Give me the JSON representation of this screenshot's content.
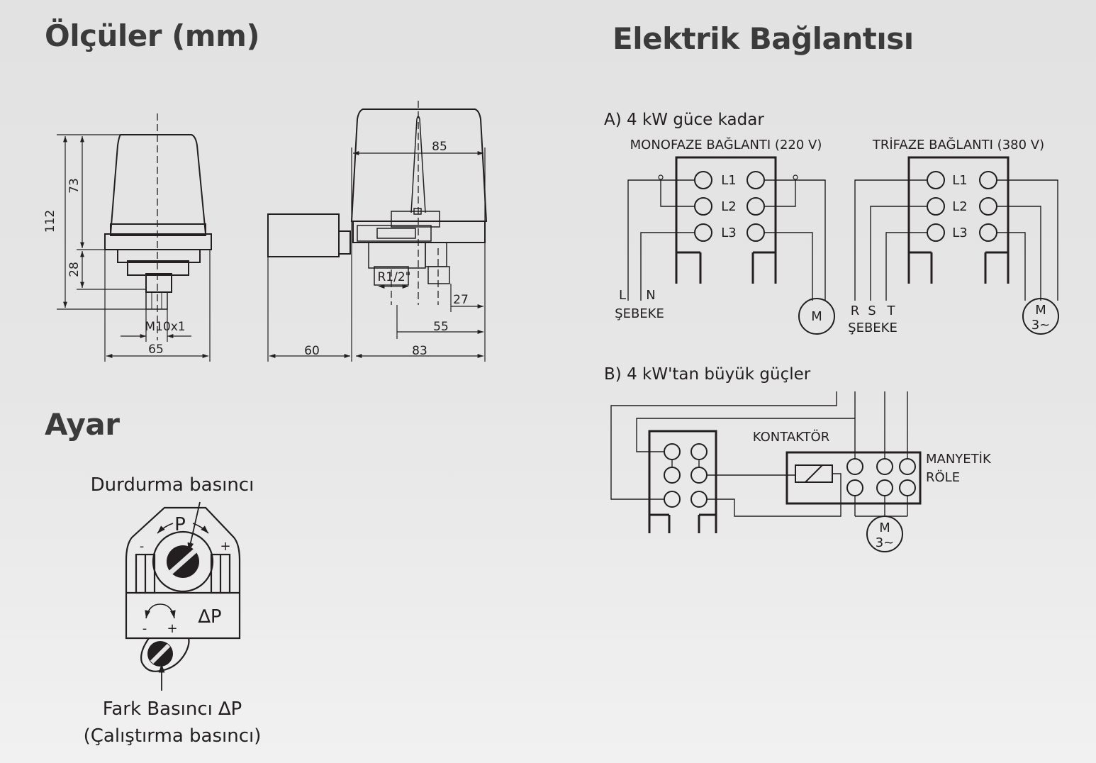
{
  "headings": {
    "dimensions": "Ölçüler (mm)",
    "electrical": "Elektrik Bağlantısı",
    "adjustment": "Ayar"
  },
  "dimensions": {
    "d112": "112",
    "d73": "73",
    "d28": "28",
    "d65": "65",
    "thread": "M10x1",
    "d85": "85",
    "pipe": "R1/2\"",
    "d27": "27",
    "d55": "55",
    "d60": "60",
    "d83": "83"
  },
  "electrical": {
    "section_a": "A) 4 kW güce kadar",
    "mono_title": "MONOFAZE BAĞLANTI (220 V)",
    "tri_title": "TRİFAZE BAĞLANTI (380 V)",
    "terminals": [
      "L1",
      "L2",
      "L3"
    ],
    "mono_L": "L",
    "mono_N": "N",
    "mains": "ŞEBEKE",
    "motor_mono": "M",
    "tri_R": "R",
    "tri_S": "S",
    "tri_T": "T",
    "motor_m": "M",
    "motor_3": "3~",
    "section_b": "B) 4 kW'tan büyük güçler",
    "contactor": "KONTAKTÖR",
    "relay_line1": "MANYETİK",
    "relay_line2": "RÖLE"
  },
  "adjustment": {
    "stop_pressure": "Durdurma basıncı",
    "p": "P",
    "minus": "-",
    "plus": "+",
    "delta_p": "∆P",
    "diff_pressure": "Fark Basıncı  ∆P",
    "start_pressure": "(Çalıştırma basıncı)"
  }
}
